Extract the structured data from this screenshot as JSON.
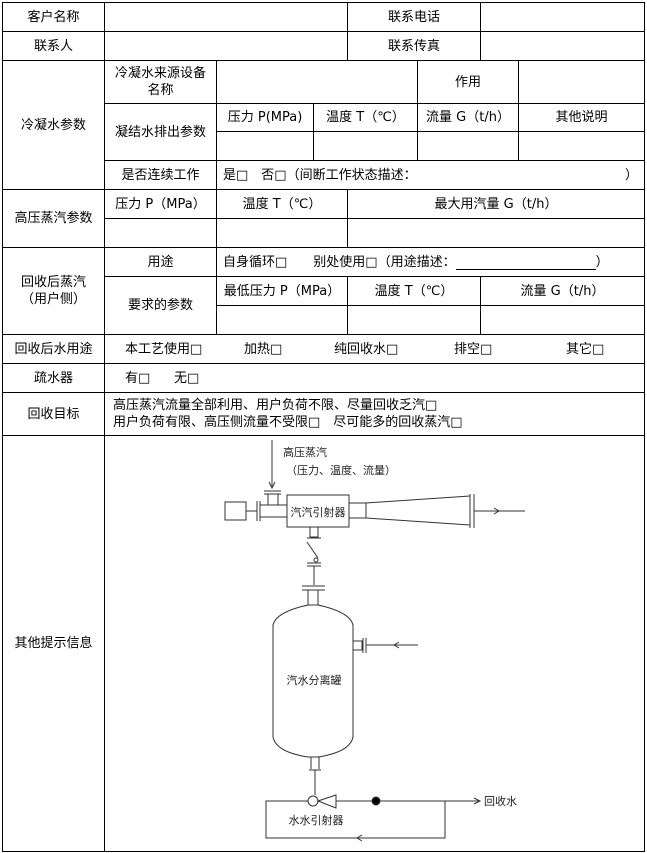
{
  "row1": {
    "customer_name": "客户名称",
    "phone": "联系电话"
  },
  "row2": {
    "contact": "联系人",
    "fax": "联系传真"
  },
  "condensate": {
    "label": "冷凝水参数",
    "source_device": "冷凝水来源设备名称",
    "purpose": "作用",
    "discharge_params": "凝结水排出参数",
    "pressure": "压力 P(MPa)",
    "temperature": "温度 T（℃）",
    "flow": "流量 G（t/h）",
    "other_notes": "其他说明",
    "continuous": "是否连续工作",
    "continuous_options": "是□　否□（间断工作状态描述：",
    "close_paren": "）"
  },
  "hp_steam": {
    "label": "高压蒸汽参数",
    "pressure": "压力 P（MPa）",
    "temperature": "温度 T（℃）",
    "max_flow": "最大用汽量 G（t/h）"
  },
  "recovered_steam": {
    "label": "回收后蒸汽（用户侧）",
    "use": "用途",
    "use_options": "自身循环□　　别处使用□（用途描述：",
    "close_paren": "）",
    "required_params": "要求的参数",
    "min_pressure": "最低压力 P（MPa）",
    "temperature": "温度 T（℃）",
    "flow": "流量 G（t/h）"
  },
  "water_use": {
    "label": "回收后水用途",
    "options": [
      "本工艺使用□",
      "加热□",
      "纯回收水□",
      "排空□",
      "其它□"
    ]
  },
  "trap": {
    "label": "疏水器",
    "options": [
      "有□",
      "无□"
    ]
  },
  "goal": {
    "label": "回收目标",
    "line1": "高压蒸汽流量全部利用、用户负荷不限、尽量回收乏汽□",
    "line2": "用户负荷有限、高压侧流量不受限□　尽可能多的回收蒸汽□"
  },
  "other": {
    "label": "其他提示信息"
  },
  "diagram": {
    "hp_steam": "高压蒸汽",
    "hp_steam_params": "（压力、温度、流量）",
    "steam_ejector": "汽汽引射器",
    "separator": "汽水分离罐",
    "recovered_water": "回收水",
    "water_ejector": "水水引射器"
  }
}
